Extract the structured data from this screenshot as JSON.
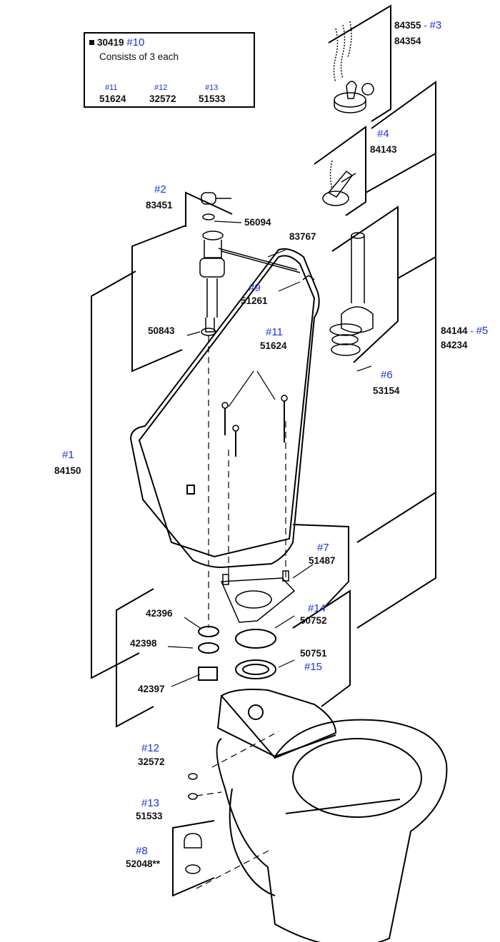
{
  "kit": {
    "part": "30419",
    "ref": "#10",
    "description": "Consists of 3 each",
    "items": [
      {
        "ref": "#11",
        "part": "51624"
      },
      {
        "ref": "#12",
        "part": "32572"
      },
      {
        "ref": "#13",
        "part": "51533"
      }
    ]
  },
  "callouts": {
    "c3": {
      "part_a": "84355",
      "sep": "-",
      "ref": "#3",
      "part_b": "84354"
    },
    "c4": {
      "ref": "#4",
      "part": "84143"
    },
    "c2": {
      "ref": "#2",
      "part": "83451"
    },
    "p56094": "56094",
    "p83767": "83767",
    "c9": {
      "ref": "#9",
      "part": "51261"
    },
    "p50843": "50843",
    "c11": {
      "ref": "#11",
      "part": "51624"
    },
    "c5": {
      "part_a": "84144",
      "sep": "-",
      "ref": "#5",
      "part_b": "84234"
    },
    "c6": {
      "ref": "#6",
      "part": "53154"
    },
    "c1": {
      "ref": "#1",
      "part": "84150"
    },
    "c7": {
      "ref": "#7",
      "part": "51487"
    },
    "p42396": "42396",
    "p42398": "42398",
    "p42397": "42397",
    "c14": {
      "ref": "#14",
      "part": "50752"
    },
    "c15": {
      "ref": "#15",
      "part": "50751"
    },
    "c12": {
      "ref": "#12",
      "part": "32572"
    },
    "c13": {
      "ref": "#13",
      "part": "51533"
    },
    "c8": {
      "ref": "#8",
      "part": "52048**"
    }
  }
}
